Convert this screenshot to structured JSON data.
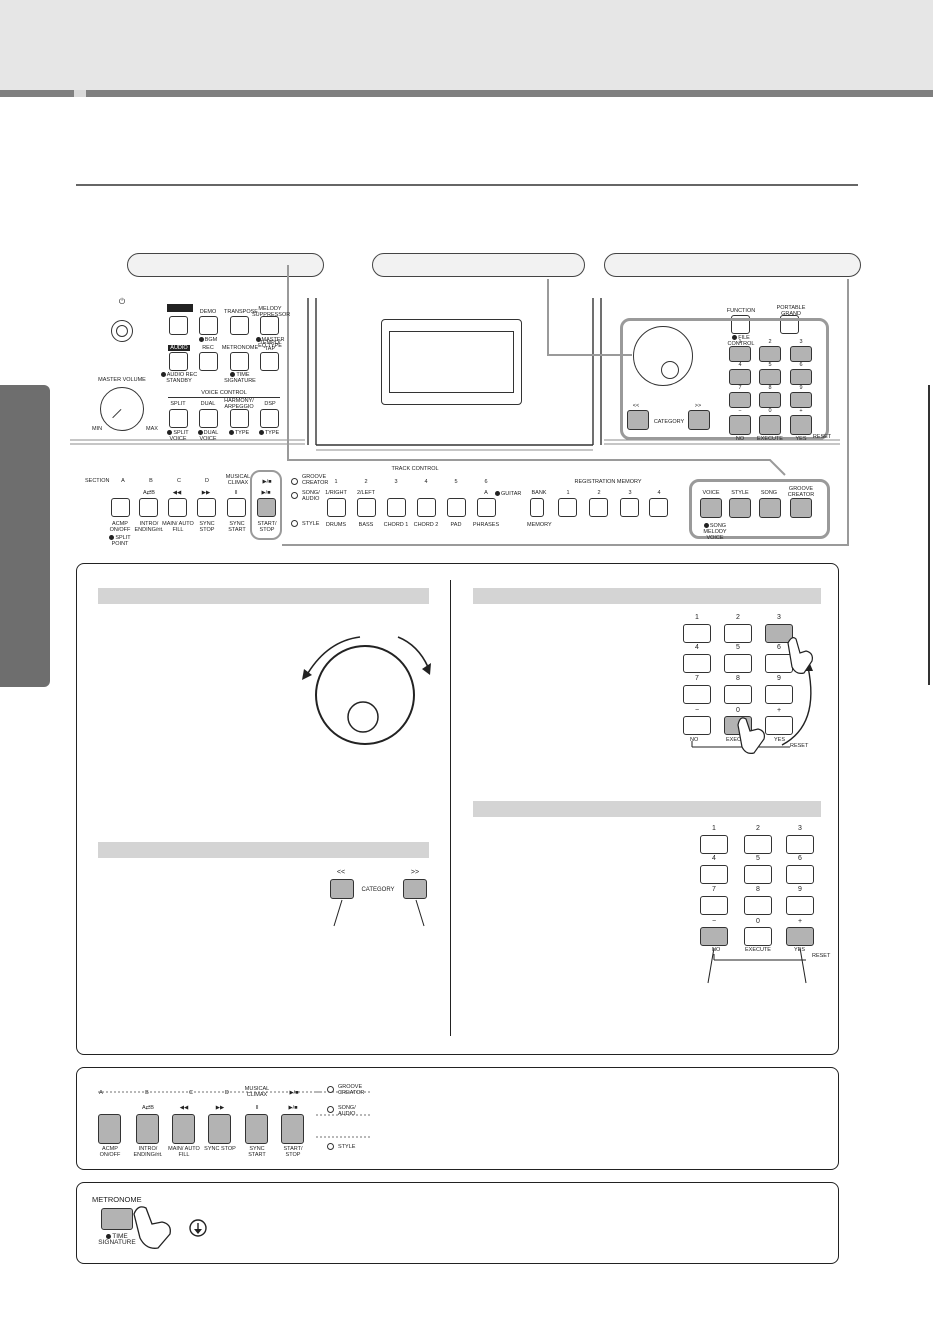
{
  "panel": {
    "buttons": {
      "demo": "DEMO",
      "bgm": "BGM",
      "transpose": "TRANSPOSE",
      "melody_suppressor": "MELODY SUPPRESSOR",
      "master_eq_type": "MASTER EQ TYPE",
      "audio": "AUDIO",
      "audio_rec_standby": "AUDIO REC STANDBY",
      "rec": "REC",
      "metronome": "METRONOME",
      "time_signature": "TIME SIGNATURE",
      "tempo_tap": "TEMPO/ TAP",
      "master_volume": "MASTER VOLUME",
      "min": "MIN",
      "max": "MAX",
      "voice_control": "VOICE CONTROL",
      "split": "SPLIT",
      "split_voice": "SPLIT VOICE",
      "dual": "DUAL",
      "dual_voice": "DUAL VOICE",
      "harmony": "HARMONY/ ARPEGGIO",
      "dsp": "DSP",
      "type": "TYPE",
      "function": "FUNCTION",
      "file_control": "FILE CONTROL",
      "portable_grand": "PORTABLE GRAND",
      "category": "CATEGORY",
      "prev": "<<",
      "next": ">>",
      "no": "NO",
      "execute": "EXECUTE",
      "yes": "YES",
      "reset": "RESET",
      "minus": "−",
      "zero": "0",
      "plus": "+",
      "section": "SECTION",
      "musical_climax": "MUSICAL CLIMAX",
      "acmp": "ACMP ON/OFF",
      "split_point": "SPLIT POINT",
      "intro": "INTRO/ ENDING/rit.",
      "main": "MAIN/ AUTO FILL",
      "sync_stop": "SYNC STOP",
      "sync_start": "SYNC START",
      "start_stop": "START/ STOP",
      "groove_creator": "GROOVE CREATOR",
      "song_audio": "SONG/ AUDIO",
      "style": "STYLE",
      "track_control": "TRACK CONTROL",
      "right": "1/RIGHT",
      "left": "2/LEFT",
      "drums": "DRUMS",
      "bass": "BASS",
      "chord1": "CHORD 1",
      "chord2": "CHORD 2",
      "pad": "PAD",
      "phrases": "PHRASES",
      "guitar": "GUITAR",
      "registration_memory": "REGISTRATION MEMORY",
      "bank": "BANK",
      "memory": "MEMORY",
      "voice": "VOICE",
      "song": "SONG",
      "song_melody_voice": "SONG MELODY VOICE"
    },
    "section_letters": [
      "A",
      "B",
      "C",
      "D"
    ],
    "ab": "A⇄B",
    "transport": [
      "◀◀",
      "▶▶",
      "II",
      "▶/■"
    ],
    "numpad": [
      "1",
      "2",
      "3",
      "4",
      "5",
      "6",
      "7",
      "8",
      "9"
    ],
    "track_numbers": [
      "1",
      "2",
      "3",
      "4",
      "5",
      "6",
      "A"
    ],
    "reg_numbers": [
      "1",
      "2",
      "3",
      "4"
    ]
  }
}
